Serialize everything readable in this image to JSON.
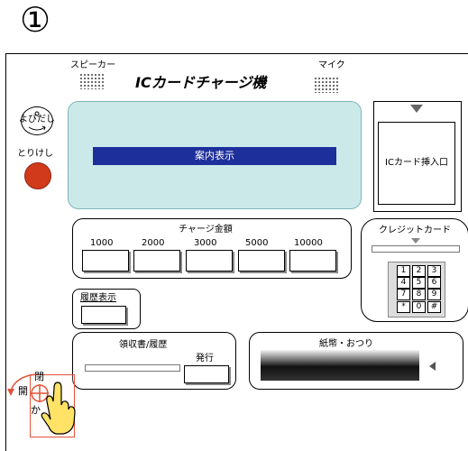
{
  "step_number": "①",
  "machine": {
    "title": "ICカードチャージ機",
    "speaker_label": "スピーカー",
    "mic_label": "マイク",
    "call_button_label": "よびだし",
    "cancel_button_label": "とりけし",
    "info_display_label": "案内表示",
    "card_slot_label": "ICカード挿入口",
    "charge_amount": {
      "label": "チャージ金額",
      "options": [
        "1000",
        "2000",
        "3000",
        "5000",
        "10000"
      ]
    },
    "history_button_label": "履歴表示",
    "credit_card_label": "クレジットカード",
    "keypad_keys": [
      "1",
      "2",
      "3",
      "4",
      "5",
      "6",
      "7",
      "8",
      "9",
      "*",
      "0",
      "#"
    ],
    "receipt_label": "領収書/履歴",
    "issue_button_label": "発行",
    "cash_label": "紙幣・おつり",
    "door": {
      "close_label": "閉",
      "open_label": "開",
      "ka_label": "か"
    }
  },
  "colors": {
    "screen_bg": "#cce9ea",
    "info_bar": "#1d2f9b",
    "cancel_button": "#d13a1a"
  }
}
